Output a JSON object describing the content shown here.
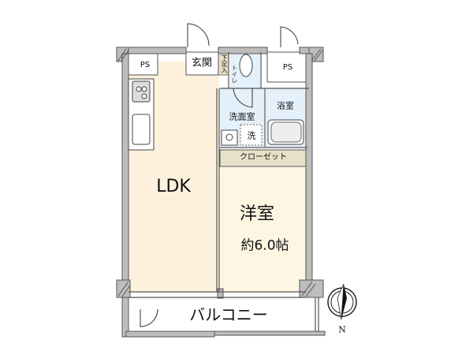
{
  "rooms": {
    "ldk": "LDK",
    "western_room": "洋室",
    "western_room_size": "約6.0帖",
    "entrance": "玄関",
    "shoe_storage": "下足入",
    "toilet": "トイレ",
    "washroom": "洗面室",
    "washer": "洗",
    "bathroom": "浴室",
    "closet": "クローゼット",
    "balcony": "バルコニー",
    "ps_left": "PS",
    "ps_right": "PS"
  },
  "compass": {
    "north_label": "N"
  },
  "colors": {
    "ldk": "#fdf0dc",
    "western_room": "#fdf6e2",
    "wet_area": "#e4f0fa",
    "closet": "#e8e1c8",
    "wall": "#bdbdbd"
  }
}
